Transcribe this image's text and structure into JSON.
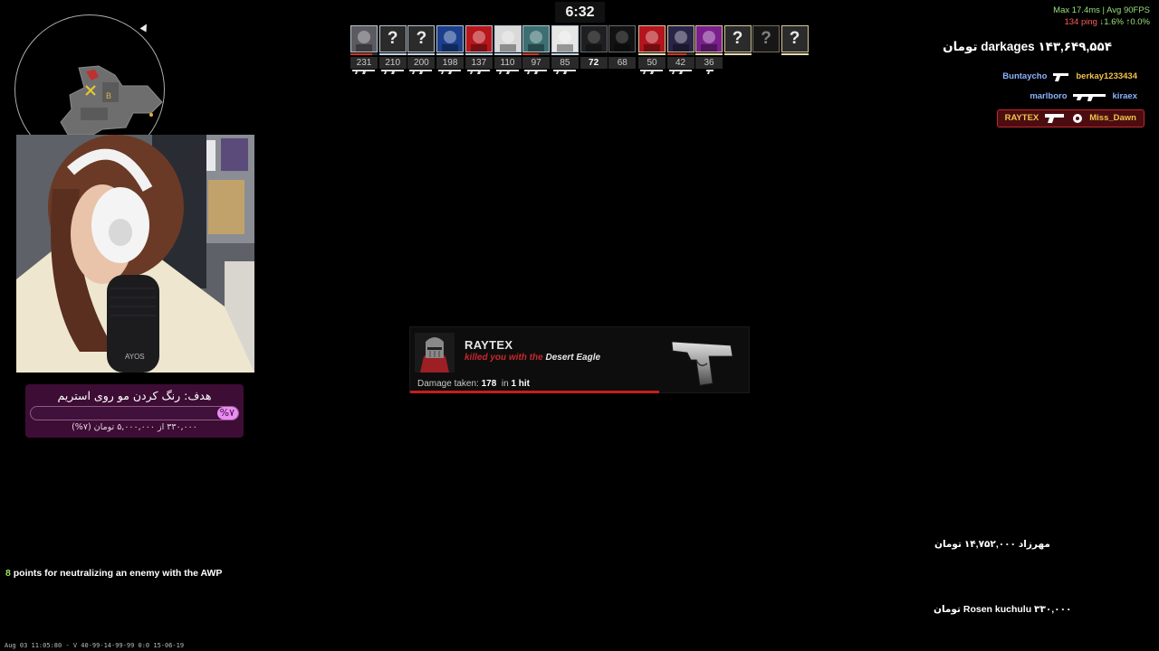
{
  "timer": "6:32",
  "network": {
    "line1": "Max  17.4ms | Avg  90FPS",
    "ping": "134 ping",
    "loss": "↓1.6%",
    "choke": "↑0.0%"
  },
  "donation_top": "darkages ۱۴۳,۶۴۹,۵۵۴ تومان",
  "killfeed": [
    {
      "attacker": "Buntaycho",
      "victim": "berkay1233434",
      "weapon": "pistol-icon",
      "highlight": false
    },
    {
      "attacker": "marlboro",
      "victim": "kiraex",
      "weapon": "rifle-icon",
      "highlight": false
    },
    {
      "attacker": "RAYTEX",
      "victim": "Miss_Dawn",
      "weapon": "deagle-icon",
      "highlight": true
    }
  ],
  "players_ct": [
    {
      "money": "231",
      "avatar": "knight",
      "alive": true,
      "hp": 0.8
    },
    {
      "money": "210",
      "avatar": "unknown",
      "alive": true,
      "hp": 1.0
    },
    {
      "money": "200",
      "avatar": "unknown",
      "alive": true,
      "hp": 1.0
    },
    {
      "money": "198",
      "avatar": "blue",
      "alive": true,
      "hp": 1.0
    },
    {
      "money": "137",
      "avatar": "red",
      "alive": true,
      "hp": 1.0
    },
    {
      "money": "110",
      "avatar": "white",
      "alive": true,
      "hp": 1.0
    },
    {
      "money": "97",
      "avatar": "teal",
      "alive": true,
      "hp": 0.6
    },
    {
      "money": "85",
      "avatar": "sketch",
      "alive": true,
      "hp": 1.0
    },
    {
      "money": "72",
      "avatar": "gray",
      "alive": false,
      "hp": 0
    },
    {
      "money": "68",
      "avatar": "dark",
      "alive": false,
      "hp": 0
    }
  ],
  "players_t": [
    {
      "money": "50",
      "avatar": "target",
      "alive": true,
      "hp": 1.0
    },
    {
      "money": "42",
      "avatar": "purple",
      "alive": true,
      "hp": 0.7
    },
    {
      "money": "36",
      "avatar": "magenta",
      "alive": true,
      "hp": 1.0
    },
    {
      "money": "",
      "avatar": "unknown",
      "alive": true,
      "hp": 1.0
    },
    {
      "money": "",
      "avatar": "unknown",
      "alive": false,
      "hp": 0
    },
    {
      "money": "",
      "avatar": "unknown",
      "alive": true,
      "hp": 1.0
    }
  ],
  "goal": {
    "title": "هدف: رنگ کردن مو روی استریم",
    "percent_label": "%۷",
    "progress": 0.07,
    "subtitle": "۳۳۰,۰۰۰ از ۵,۰۰۰,۰۰۰ تومان (۷%)"
  },
  "death_card": {
    "killer": "RAYTEX",
    "killed_prefix": "killed you with the",
    "weapon": "Desert Eagle",
    "damage_label": "Damage taken:",
    "damage_value": "178",
    "in_label": "in",
    "hits": "1 hit"
  },
  "points_msg": {
    "num": "8",
    "text": "points for neutralizing an enemy with the AWP"
  },
  "donation_2": "مهرزاد  ۱۴,۷۵۲,۰۰۰ تومان",
  "donation_3": "Rosen kuchulu  ۳۳۰,۰۰۰ تومان",
  "footer": "Aug 03 11:05:80 - V 40-99-14-99-99 0:0 15-06-19",
  "colors": {
    "ct_name": "#8ab4ff",
    "t_name": "#f1c34a",
    "accent_red": "#c41e1e",
    "goal_bg": "#3d0d35",
    "goal_fill": "#ea8cf5",
    "points_green": "#9be35f"
  }
}
